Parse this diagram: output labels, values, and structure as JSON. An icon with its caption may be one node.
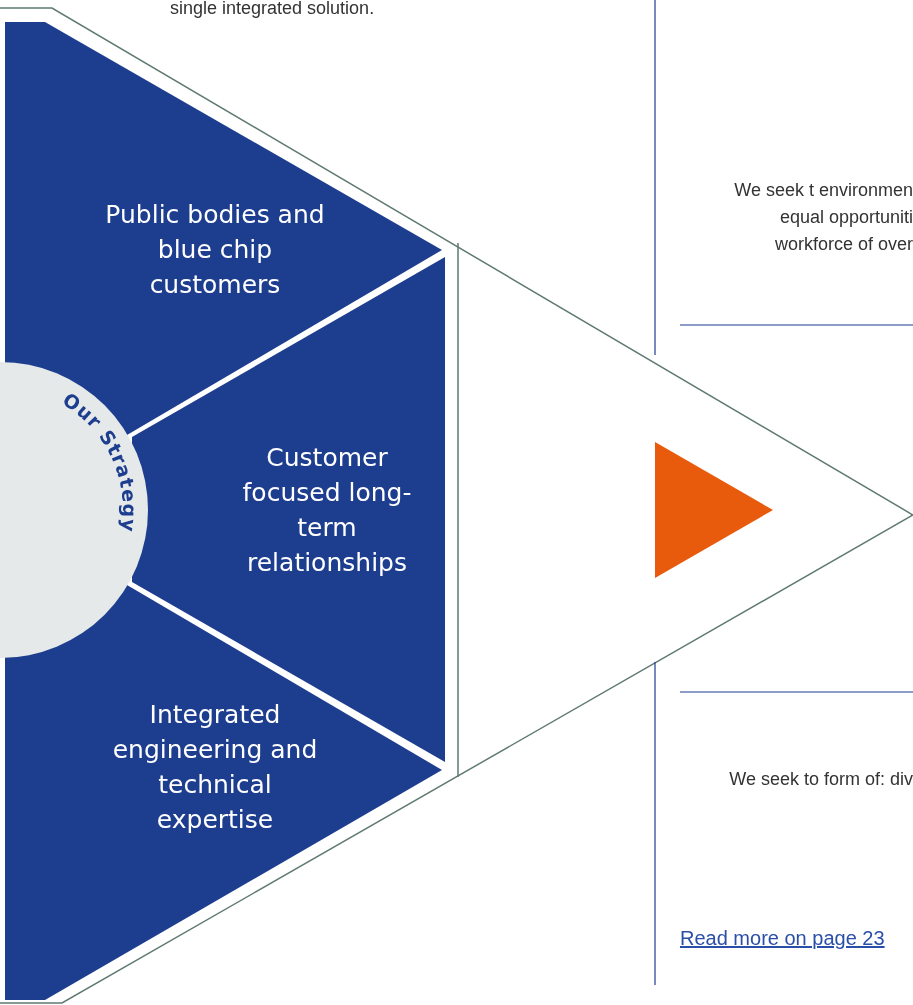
{
  "diagram": {
    "nodes": [
      {
        "text": [
          "Public bodies and blue chip customers"
        ]
      },
      {
        "text": [
          "Our Strategy"
        ]
      },
      {
        "text": [
          "Customer focused long-term relationships"
        ]
      },
      {
        "text": [
          "Integrated engineering and technical expertise"
        ]
      }
    ],
    "labels": [
      "single integrated solution.",
      "We seek t environmen equal opportuniti workforce of over",
      "We seek to form of: div",
      "Read more on page 23"
    ]
  }
}
